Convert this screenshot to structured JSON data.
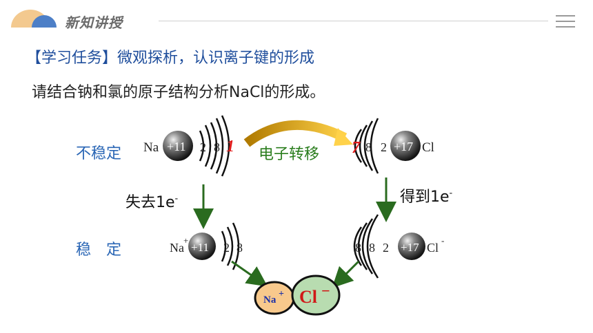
{
  "header": {
    "title": "新知讲授"
  },
  "task": {
    "title": "【学习任务】微观探析，认识离子键的形成",
    "instruction": "请结合钠和氯的原子结构分析NaCl的形成。"
  },
  "labels": {
    "unstable": "不稳定",
    "stable": "稳　定",
    "electron_transfer": "电子转移",
    "lose_electron": "失去1e",
    "gain_electron": "得到1e",
    "electron_sup": "-"
  },
  "atoms": {
    "na_atom": {
      "symbol": "Na",
      "nucleus": "+11",
      "shells": [
        "2",
        "8",
        "1"
      ]
    },
    "cl_atom": {
      "symbol": "Cl",
      "nucleus": "+17",
      "shells": [
        "2",
        "8",
        "7"
      ]
    },
    "na_ion": {
      "symbol": "Na",
      "nucleus": "+11",
      "shells": [
        "2",
        "8"
      ],
      "charge": "+"
    },
    "cl_ion": {
      "symbol": "Cl",
      "nucleus": "+17",
      "shells": [
        "2",
        "8",
        "8"
      ],
      "charge": "-"
    }
  },
  "product": {
    "na_ion": "Na",
    "na_charge": "+",
    "cl_ion": "Cl",
    "cl_charge": "−"
  },
  "colors": {
    "header_text": "#6b6b6b",
    "title_blue": "#1f4e9c",
    "label_blue": "#2a66b5",
    "label_green": "#2a7d1d",
    "valence_red": "#e01b1b",
    "arrow_gold": "#e0a800",
    "na_ion_fill": "#f8c98c",
    "cl_ion_fill": "#b8dcb0"
  }
}
